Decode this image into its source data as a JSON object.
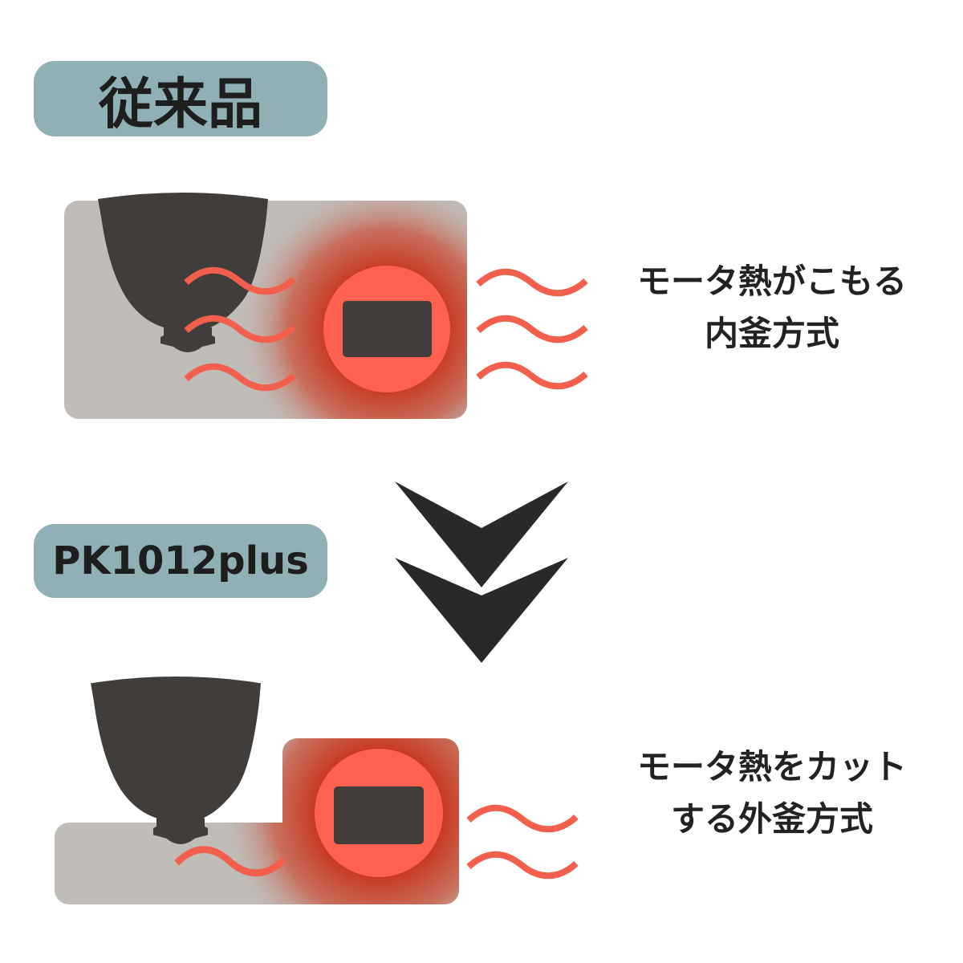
{
  "conventional": {
    "label": "従来品",
    "caption_line1": "モータ熱がこもる",
    "caption_line2": "内釜方式"
  },
  "new_model": {
    "label": "PK1012plus",
    "caption_line1": "モータ熱をカット",
    "caption_line2": "する外釜方式"
  },
  "colors": {
    "label_bg": "#8fb1b5",
    "body_gray": "#c0bdb9",
    "dark": "#403d3b",
    "heat": "#f25f4c",
    "motor": "#ff6150"
  }
}
